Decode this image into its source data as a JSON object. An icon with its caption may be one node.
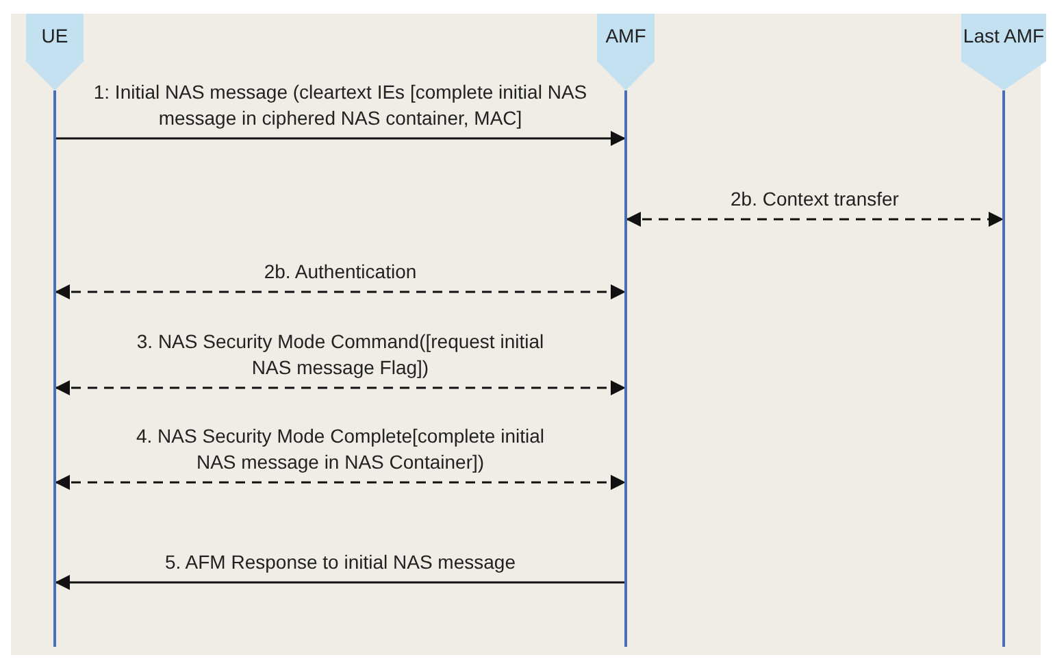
{
  "diagram": {
    "nodes": [
      {
        "text": [
          "UE"
        ]
      },
      {
        "text": [
          "AMF"
        ]
      },
      {
        "text": [
          "Last AMF"
        ]
      }
    ],
    "edges": [
      {
        "from": 0,
        "to": 1,
        "arrow": "to",
        "label": "1: Initial NAS message (cleartext IEs [complete initial NAS message in ciphered NAS container, MAC]"
      },
      {
        "from": 1,
        "to": 2,
        "arrow": "both",
        "style": "dashed",
        "label": "2b. Context transfer"
      },
      {
        "from": 0,
        "to": 1,
        "arrow": "both",
        "style": "dashed",
        "label": "2b. Authentication"
      },
      {
        "from": 0,
        "to": 1,
        "arrow": "both",
        "style": "dashed",
        "label": "3. NAS Security Mode Command([request initial NAS message Flag])"
      },
      {
        "from": 0,
        "to": 1,
        "arrow": "both",
        "style": "dashed",
        "label": "4. NAS Security Mode Complete[complete initial NAS message in NAS Container])"
      },
      {
        "from": 1,
        "to": 0,
        "arrow": "to",
        "label": "5. AFM Response to initial NAS message"
      }
    ]
  }
}
